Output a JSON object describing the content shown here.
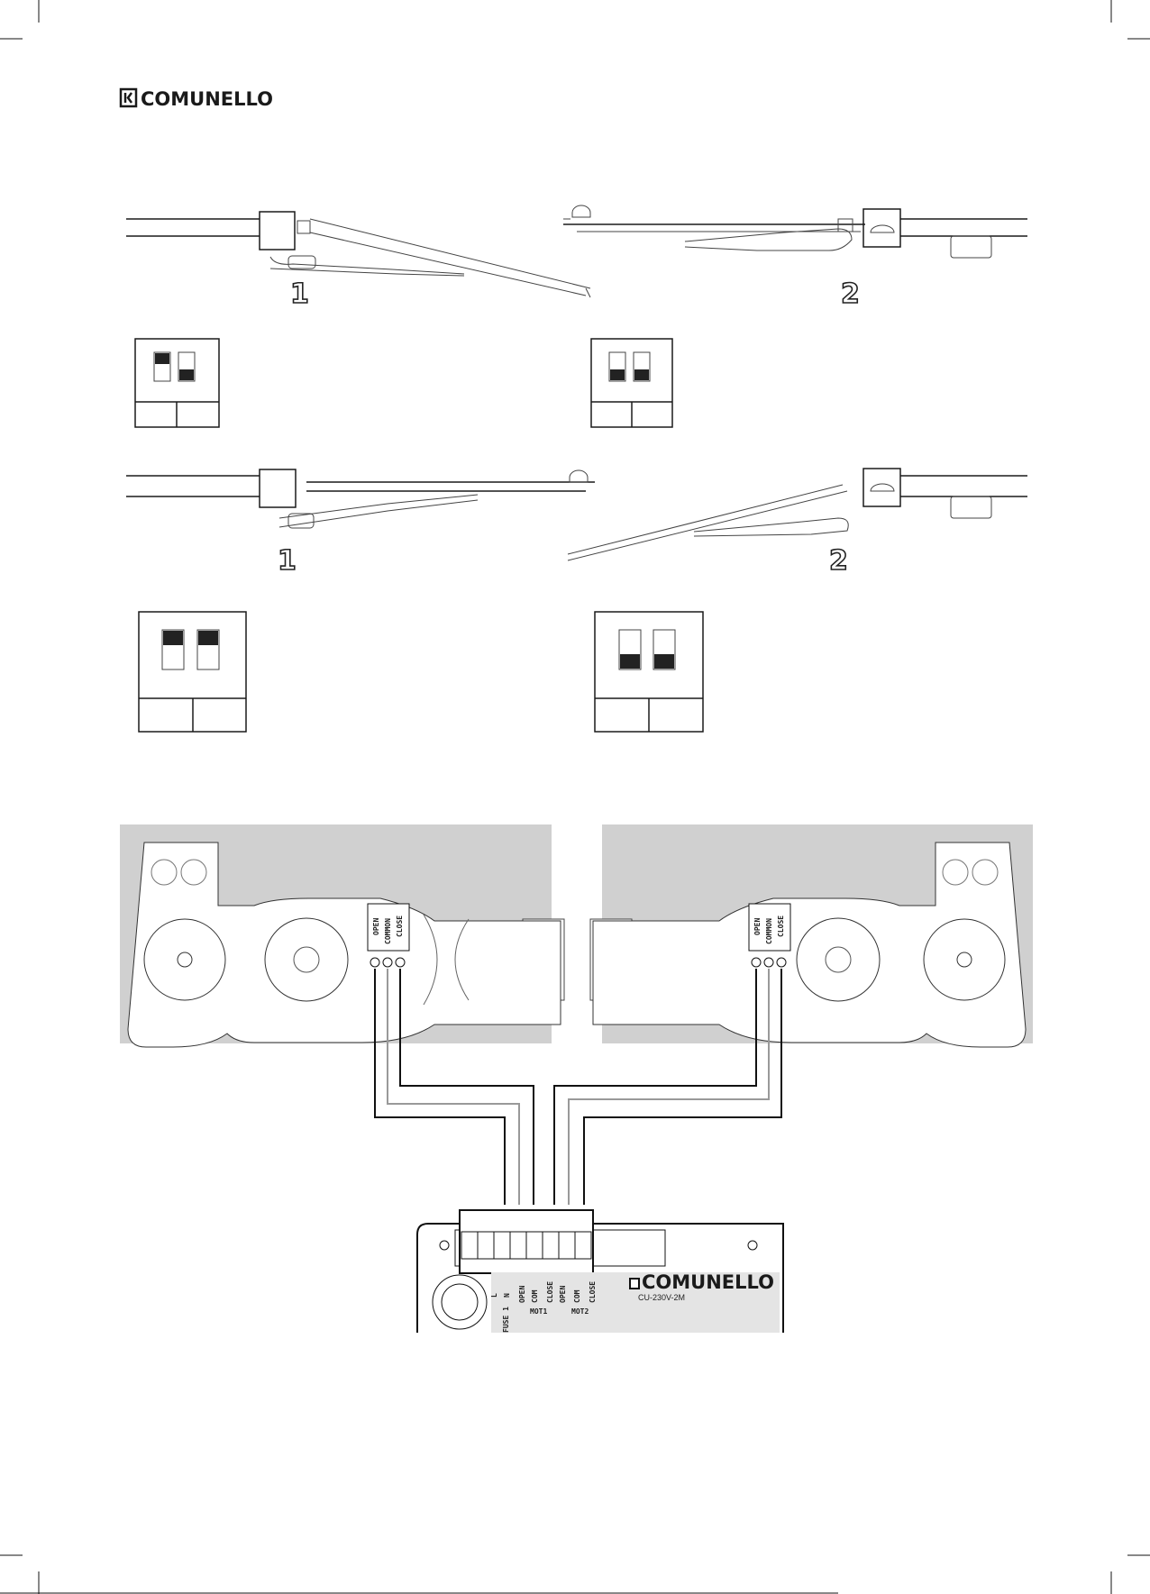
{
  "header": {
    "logo_text": "COMUNELLO"
  },
  "gate_diagrams": [
    {
      "row": 1,
      "motor_1_label": "1",
      "motor_2_label": "2"
    },
    {
      "row": 2,
      "motor_1_label": "1",
      "motor_2_label": "2"
    }
  ],
  "dip_switches": [
    {
      "panel": "row1-motor1",
      "switches": [
        "up",
        "down"
      ]
    },
    {
      "panel": "row1-motor2",
      "switches": [
        "down",
        "down"
      ]
    },
    {
      "panel": "row2-motor1",
      "switches": [
        "up",
        "up"
      ]
    },
    {
      "panel": "row2-motor2",
      "switches": [
        "down",
        "down"
      ]
    }
  ],
  "motor_terminals": [
    "OPEN",
    "COMMON",
    "CLOSE"
  ],
  "control_unit": {
    "brand": "COMUNELLO",
    "model": "CU-230V-2M",
    "terminals": [
      "L",
      "N",
      "OPEN",
      "COM",
      "CLOSE",
      "OPEN",
      "COM",
      "CLOSE"
    ],
    "group_mot1": "MOT1",
    "group_mot2": "MOT2",
    "fuse_label": "FUSE 1"
  }
}
